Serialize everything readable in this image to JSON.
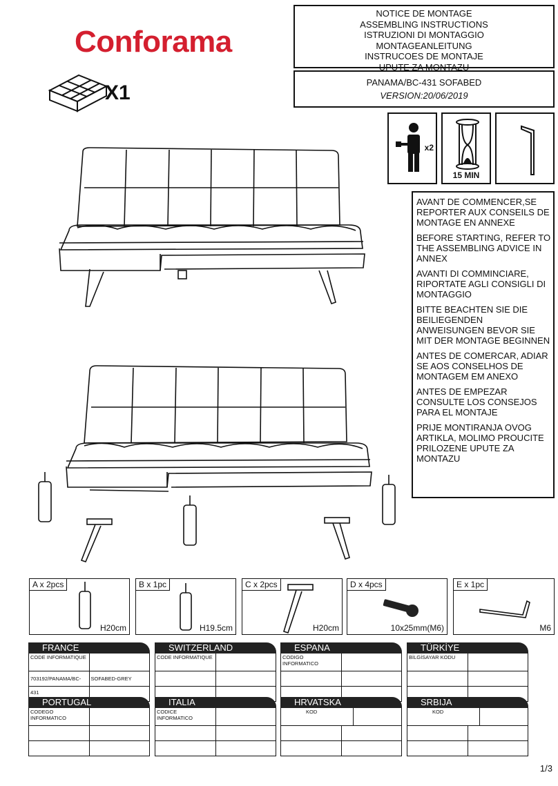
{
  "brand": "Conforama",
  "box_qty": "X1",
  "titles": [
    "NOTICE DE MONTAGE",
    "ASSEMBLING INSTRUCTIONS",
    "ISTRUZIONI DI MONTAGGIO",
    "MONTAGEANLEITUNG",
    "INSTRUCOES DE MONTAJE",
    "UPUTE ZA MONTAZU"
  ],
  "model": "PANAMA/BC-431 SOFABED",
  "version": "VERSION:20/06/2019",
  "tools": {
    "persons": "x2",
    "time": "15 MIN"
  },
  "advice": [
    "AVANT DE COMMENCER,SE REPORTER AUX CONSEILS DE MONTAGE EN ANNEXE",
    "BEFORE STARTING, REFER TO THE ASSEMBLING ADVICE IN ANNEX",
    "AVANTI DI COMMINCIARE, RIPORTATE AGLI CONSIGLI DI MONTAGGIO",
    "BITTE BEACHTEN SIE DIE BEILIEGENDEN ANWEISUNGEN BEVOR SIE MIT DER MONTAGE BEGINNEN",
    "ANTES DE COMERCAR, ADIAR SE AOS CONSELHOS DE MONTAGEM EM ANEXO",
    "ANTES DE EMPEZAR CONSULTE LOS CONSEJOS PARA EL MONTAJE",
    "PRIJE MONTIRANJA OVOG ARTIKLA, MOLIMO PROUCITE PRILOZENE UPUTE ZA MONTAZU"
  ],
  "parts": [
    {
      "label": "A x 2pcs",
      "dim": "H20cm"
    },
    {
      "label": "B x 1pc",
      "dim": "H19.5cm"
    },
    {
      "label": "C x 2pcs",
      "dim": "H20cm"
    },
    {
      "label": "D x 4pcs",
      "dim": "10x25mm(M6)"
    },
    {
      "label": "E x 1pc",
      "dim": "M6"
    }
  ],
  "countries": [
    {
      "name": "FRANCE",
      "code_label": "CODE INFORMATIQUE",
      "code": "703192/PANAMA/BC-431",
      "desc": "SOFABED-GREY"
    },
    {
      "name": "SWITZERLAND",
      "code_label": "CODE INFORMATIQUE",
      "code": "",
      "desc": ""
    },
    {
      "name": "ESPANA",
      "code_label": "CODIGO INFORMATICO",
      "code": "",
      "desc": ""
    },
    {
      "name": "TÜRKİYE",
      "code_label": "BİLGİSAYAR KODU",
      "code": "",
      "desc": ""
    },
    {
      "name": "PORTUGAL",
      "code_label": "CODEGO INFORMATICO",
      "code": "",
      "desc": ""
    },
    {
      "name": "ITALIA",
      "code_label": "CODICE INFORMATICO",
      "code": "",
      "desc": ""
    },
    {
      "name": "HRVATSKA",
      "code_label": "KOD",
      "code": "",
      "desc": ""
    },
    {
      "name": "SRBIJA",
      "code_label": "KOD",
      "code": "",
      "desc": ""
    }
  ],
  "page": "1/3"
}
